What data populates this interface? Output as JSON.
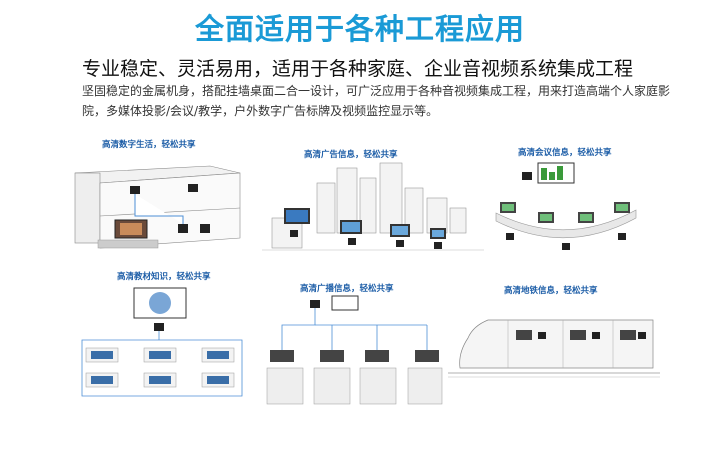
{
  "header": {
    "title": "全面适用于各种工程应用",
    "subtitle": "专业稳定、灵活易用，适用于各种家庭、企业音视频系统集成工程",
    "description": "坚固稳定的金属机身，搭配挂墙桌面二合一设计，可广泛应用于各种音视频集成工程，用来打造高端个人家庭影院，多媒体投影/会议/教学，户外数字广告标牌及视频监控显示等。"
  },
  "scenes": [
    {
      "title": "高清数字生活，轻松共享"
    },
    {
      "title": "高清广告信息，轻松共享"
    },
    {
      "title": "高清会议信息，轻松共享"
    },
    {
      "title": "高清教材知识，轻松共享"
    },
    {
      "title": "高清广播信息，轻松共享"
    },
    {
      "title": "高清地铁信息，轻松共享"
    }
  ],
  "colors": {
    "title": "#1a9ad6",
    "scene_title": "#1f5fa8",
    "line": "#4c8fd6",
    "device": "#222222"
  }
}
